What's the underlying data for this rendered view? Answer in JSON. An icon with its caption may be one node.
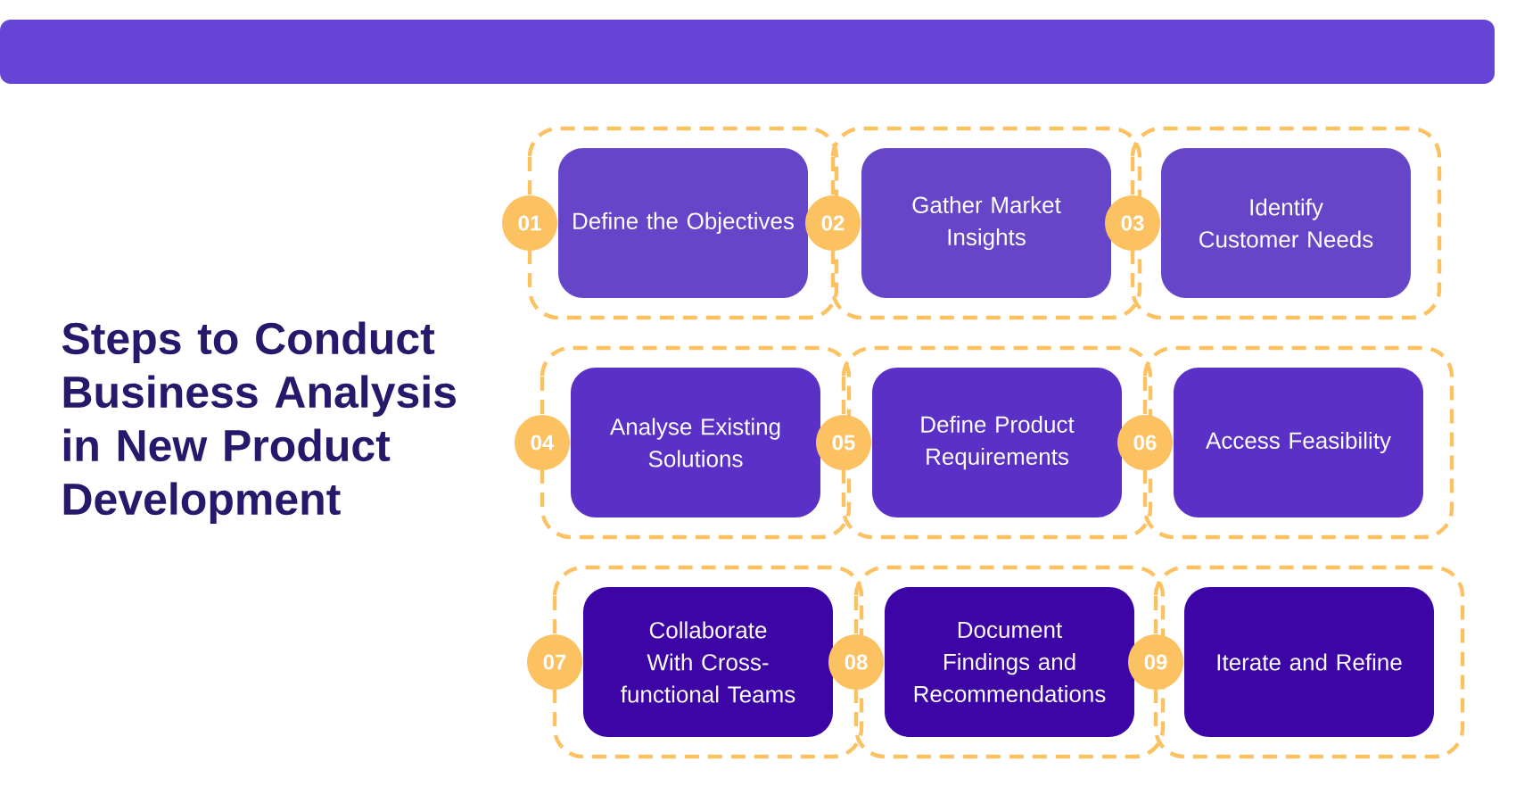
{
  "diagram": {
    "title": "Steps to Conduct Business Analysis in New Product Development",
    "nodes": [
      {
        "text": [
          "01"
        ]
      },
      {
        "text": [
          "Define the Objectives"
        ]
      },
      {
        "text": [
          "02"
        ]
      },
      {
        "text": [
          "Gather Market Insights"
        ]
      },
      {
        "text": [
          "03"
        ]
      },
      {
        "text": [
          "Identify Customer Needs"
        ]
      },
      {
        "text": [
          "04"
        ]
      },
      {
        "text": [
          "Analyse Existing Solutions"
        ]
      },
      {
        "text": [
          "05"
        ]
      },
      {
        "text": [
          "Define Product Requirements"
        ]
      },
      {
        "text": [
          "06"
        ]
      },
      {
        "text": [
          "Access Feasibility"
        ]
      },
      {
        "text": [
          "07"
        ]
      },
      {
        "text": [
          "Collaborate With Cross-functional Teams"
        ]
      },
      {
        "text": [
          "08"
        ]
      },
      {
        "text": [
          "Document Findings and Recommendations"
        ]
      },
      {
        "text": [
          "09"
        ]
      },
      {
        "text": [
          "Iterate and Refine"
        ]
      }
    ]
  }
}
